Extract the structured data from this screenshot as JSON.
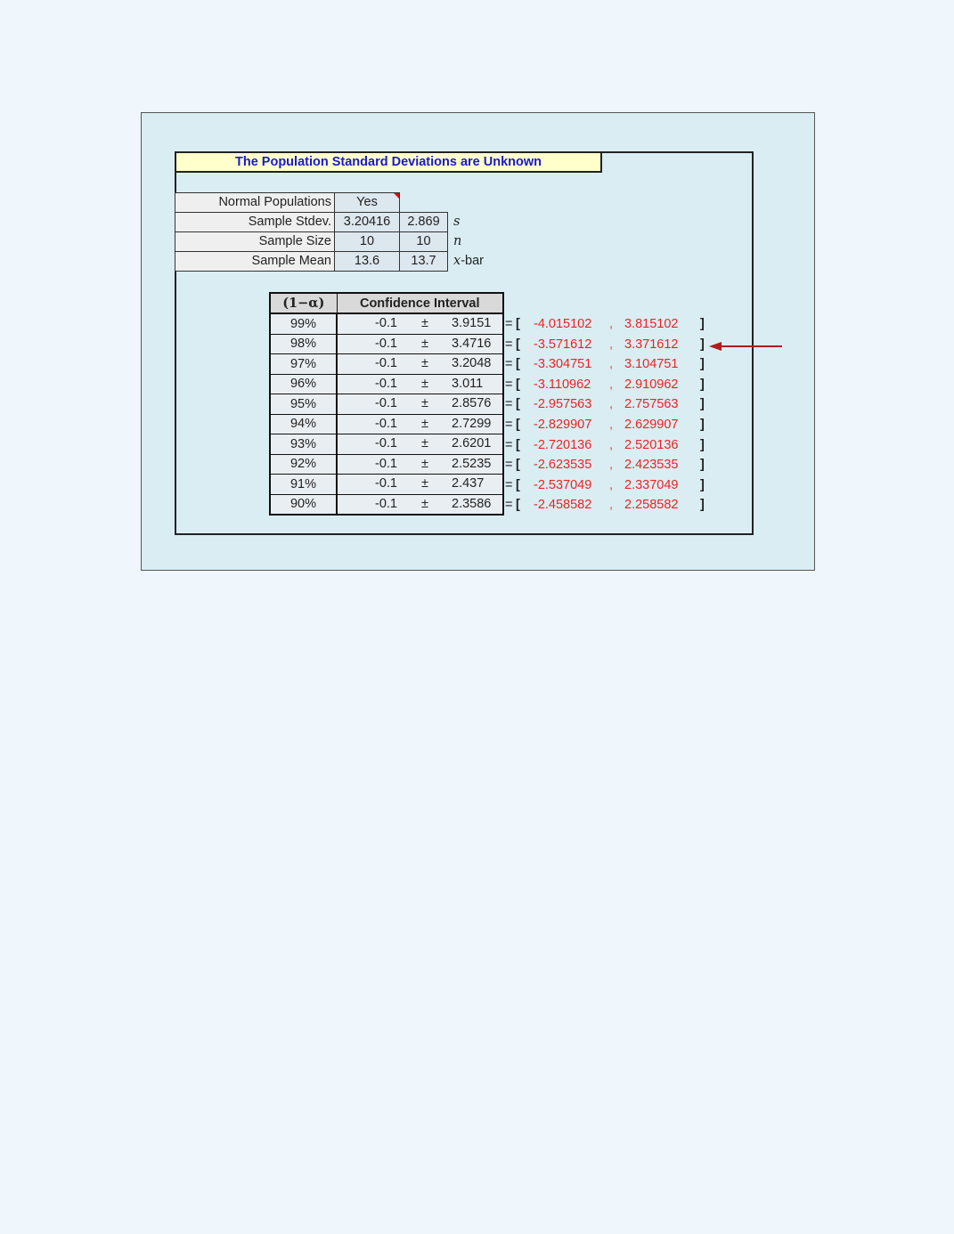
{
  "title": "The Population Standard Deviations are Unknown",
  "params": {
    "rows": [
      {
        "label": "Normal Populations",
        "v1": "Yes",
        "v2": "",
        "symbol": ""
      },
      {
        "label": "Sample Stdev.",
        "v1": "3.20416",
        "v2": "2.869",
        "symbol": "s"
      },
      {
        "label": "Sample Size",
        "v1": "10",
        "v2": "10",
        "symbol": "n"
      },
      {
        "label": "Sample Mean",
        "v1": "13.6",
        "v2": "13.7",
        "symbol_var": "x",
        "symbol_suffix": "-bar"
      }
    ]
  },
  "ci_table": {
    "header_alpha": "(1−α)",
    "header_ci": "Confidence Interval",
    "pm_symbol": "±",
    "eq_symbol": "=",
    "open_bracket": "[",
    "close_bracket": "]",
    "comma": ",",
    "rows": [
      {
        "level": "99%",
        "mean": "-0.1",
        "margin": "3.9151",
        "lower": "-4.015102",
        "upper": "3.815102"
      },
      {
        "level": "98%",
        "mean": "-0.1",
        "margin": "3.4716",
        "lower": "-3.571612",
        "upper": "3.371612"
      },
      {
        "level": "97%",
        "mean": "-0.1",
        "margin": "3.2048",
        "lower": "-3.304751",
        "upper": "3.104751"
      },
      {
        "level": "96%",
        "mean": "-0.1",
        "margin": "3.011",
        "lower": "-3.110962",
        "upper": "2.910962"
      },
      {
        "level": "95%",
        "mean": "-0.1",
        "margin": "2.8576",
        "lower": "-2.957563",
        "upper": "2.757563"
      },
      {
        "level": "94%",
        "mean": "-0.1",
        "margin": "2.7299",
        "lower": "-2.829907",
        "upper": "2.629907"
      },
      {
        "level": "93%",
        "mean": "-0.1",
        "margin": "2.6201",
        "lower": "-2.720136",
        "upper": "2.520136"
      },
      {
        "level": "92%",
        "mean": "-0.1",
        "margin": "2.5235",
        "lower": "-2.623535",
        "upper": "2.423535"
      },
      {
        "level": "91%",
        "mean": "-0.1",
        "margin": "2.437",
        "lower": "-2.537049",
        "upper": "2.337049"
      },
      {
        "level": "90%",
        "mean": "-0.1",
        "margin": "2.3586",
        "lower": "-2.458582",
        "upper": "2.258582"
      }
    ],
    "highlighted_row": "98%"
  },
  "colors": {
    "page_bg": "#f0f7fc",
    "panel_bg": "#daedf3",
    "title_bg": "#ffffcc",
    "title_text": "#1a1acc",
    "interval_text": "#ee2222",
    "arrow": "#b01c1c"
  }
}
